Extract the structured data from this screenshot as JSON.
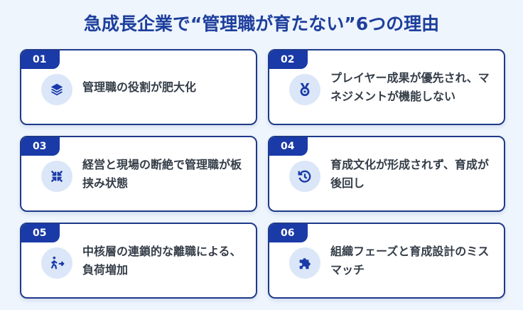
{
  "title": "急成長企業で“管理職が育たない”6つの理由",
  "accent": "#1a3aa8",
  "items": [
    {
      "num": "01",
      "icon": "layers-icon",
      "text": "管理職の役割が肥大化"
    },
    {
      "num": "02",
      "icon": "medal-icon",
      "text": "プレイヤー成果が優先され、マネジメントが機能しない"
    },
    {
      "num": "03",
      "icon": "compress-arrows-icon",
      "text": "経営と現場の断絶で管理職が板挟み状態"
    },
    {
      "num": "04",
      "icon": "history-icon",
      "text": "育成文化が形成されず、育成が後回し"
    },
    {
      "num": "05",
      "icon": "person-leaving-icon",
      "text": "中核層の連鎖的な離職による、負荷増加"
    },
    {
      "num": "06",
      "icon": "puzzle-icon",
      "text": "組織フェーズと育成設計のミスマッチ"
    }
  ]
}
